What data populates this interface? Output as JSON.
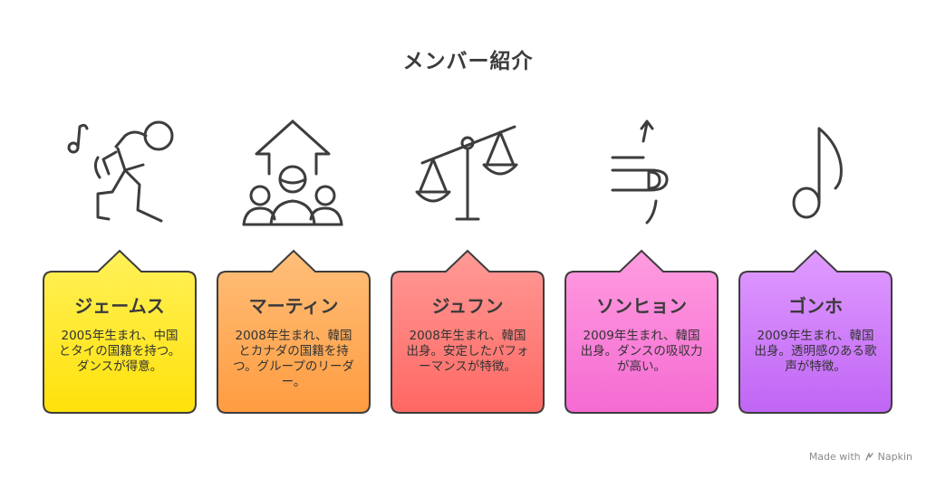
{
  "title": "メンバー紹介",
  "members": [
    {
      "name": "ジェームス",
      "description": "2005年生まれ、中国とタイの国籍を持つ。ダンスが得意。",
      "icon": "dancer-music-icon",
      "gradient": [
        "#fff15a",
        "#ffe10a"
      ]
    },
    {
      "name": "マーティン",
      "description": "2008年生まれ、韓国とカナダの国籍を持つ。グループのリーダー。",
      "icon": "leader-group-icon",
      "gradient": [
        "#ffbf7a",
        "#ff9c40"
      ]
    },
    {
      "name": "ジュフン",
      "description": "2008年生まれ、韓国出身。安定したパフォーマンスが特徴。",
      "icon": "balance-scale-icon",
      "gradient": [
        "#ff9a96",
        "#ff6863"
      ]
    },
    {
      "name": "ソンヒョン",
      "description": "2009年生まれ、韓国出身。ダンスの吸収力が高い。",
      "icon": "absorb-magnet-icon",
      "gradient": [
        "#ff9ce0",
        "#f56bd2"
      ]
    },
    {
      "name": "ゴンホ",
      "description": "2009年生まれ、韓国出身。透明感のある歌声が特徴。",
      "icon": "music-note-icon",
      "gradient": [
        "#e09bff",
        "#c065f5"
      ]
    }
  ],
  "watermark": {
    "prefix": "Made with",
    "brand": "Napkin"
  }
}
